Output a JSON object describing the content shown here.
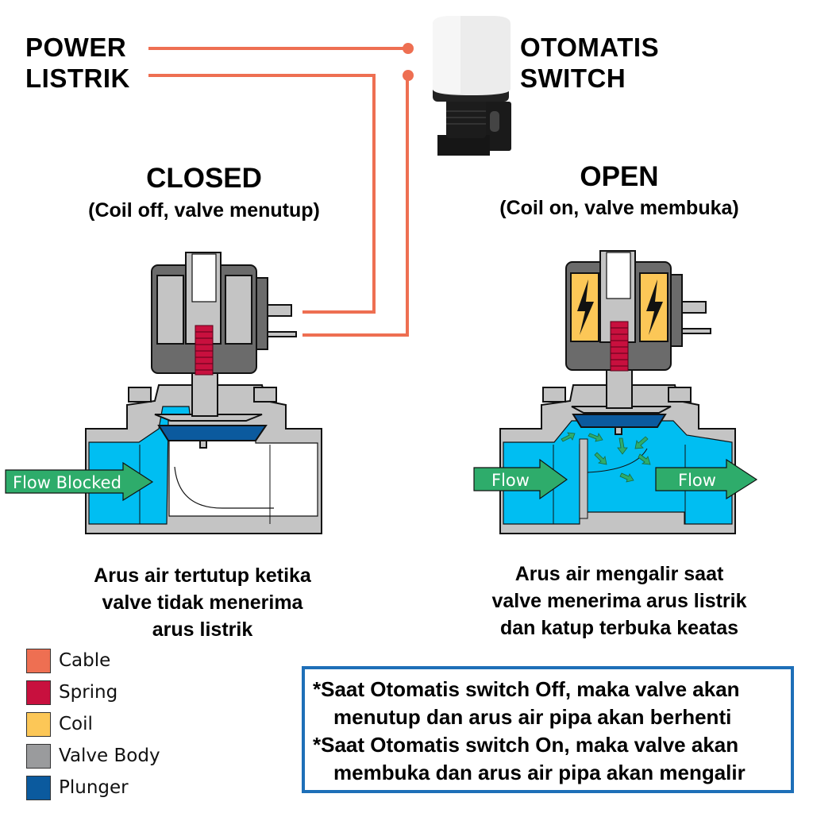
{
  "labels": {
    "power_line1": "POWER",
    "power_line2": "LISTRIK",
    "switch_line1": "OTOMATIS",
    "switch_line2": "SWITCH"
  },
  "closed": {
    "title": "CLOSED",
    "subtitle": "(Coil off, valve menutup)",
    "flow_label": "Flow Blocked",
    "description": [
      "Arus air tertutup ketika",
      "valve tidak menerima",
      "arus listrik"
    ]
  },
  "open": {
    "title": "OPEN",
    "subtitle": "(Coil on, valve membuka)",
    "flow_in_label": "Flow",
    "flow_out_label": "Flow",
    "description": [
      "Arus air mengalir saat",
      "valve menerima arus listrik",
      "dan katup terbuka keatas"
    ]
  },
  "legend": [
    {
      "label": "Cable",
      "color": "#ee6f52"
    },
    {
      "label": "Spring",
      "color": "#c8103e"
    },
    {
      "label": "Coil",
      "color": "#fcc757"
    },
    {
      "label": "Valve Body",
      "color": "#9a9b9d"
    },
    {
      "label": "Plunger",
      "color": "#0b5a9e"
    }
  ],
  "notes": [
    "*Saat Otomatis switch Off, maka valve akan",
    "menutup dan arus air pipa akan berhenti",
    "*Saat Otomatis switch On, maka valve akan",
    "membuka dan arus air pipa akan mengalir"
  ],
  "colors": {
    "cable": "#ee6f52",
    "water": "#00bef2",
    "body": "#c4c4c4",
    "coil_case": "#6b6b6b",
    "flow_arrow": "#2eac6b",
    "note_border": "#1e6fb8"
  }
}
